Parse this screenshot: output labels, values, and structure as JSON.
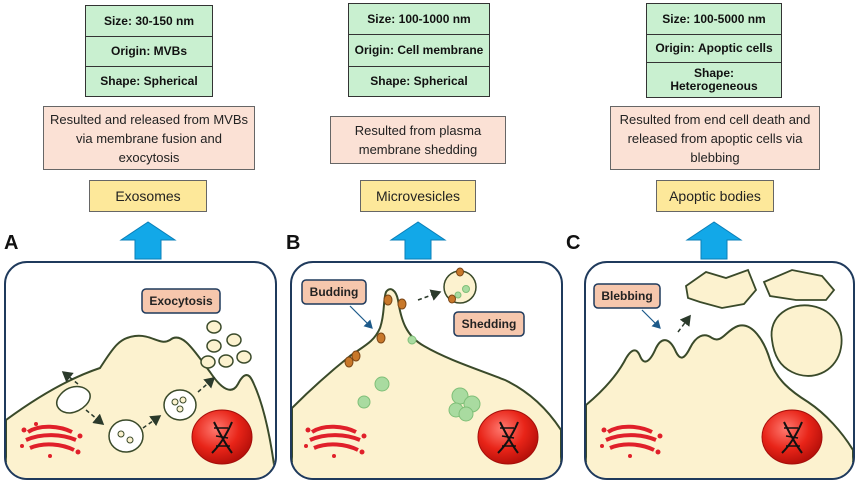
{
  "panels": [
    {
      "letter": "A",
      "properties": [
        {
          "label": "Size:",
          "value": "30-150 nm"
        },
        {
          "label": "Origin:",
          "value": "MVBs"
        },
        {
          "label": "Shape:",
          "value": "Spherical"
        }
      ],
      "description": "Resulted and released from MVBs via membrane fusion and exocytosis",
      "name": "Exosomes",
      "callouts": [
        "Exocytosis"
      ]
    },
    {
      "letter": "B",
      "properties": [
        {
          "label": "Size:",
          "value": "100-1000 nm"
        },
        {
          "label": "Origin:",
          "value": "Cell membrane"
        },
        {
          "label": "Shape:",
          "value": "Spherical"
        }
      ],
      "description": "Resulted from plasma membrane shedding",
      "name": "Microvesicles",
      "callouts": [
        "Budding",
        "Shedding"
      ]
    },
    {
      "letter": "C",
      "properties": [
        {
          "label": "Size:",
          "value": "100-5000 nm"
        },
        {
          "label": "Origin:",
          "value": "Apoptic cells"
        },
        {
          "label": "Shape:",
          "value": "Heterogeneous"
        }
      ],
      "description": "Resulted from end cell death and released from apoptic cells via blebbing",
      "name": "Apoptic bodies",
      "callouts": [
        "Blebbing"
      ]
    }
  ],
  "colors": {
    "table_fill": "#c9f0d0",
    "description_fill": "#fbe1d5",
    "name_fill": "#fde89a",
    "arrow": "#12a8e8",
    "cell_fill": "#fcf2cf",
    "membrane": "#3a4a2a",
    "frame": "#1f3a5c",
    "callout_fill": "#f6c7ad",
    "vesicle_green": "#a9dba0",
    "vesicle_orange": "#c8782a",
    "red_blood_cell": "#e02020",
    "golgi": "#e0202a"
  },
  "icons": [
    "dna-icon",
    "golgi-icon",
    "red-blood-cell-icon",
    "up-arrow-icon"
  ]
}
